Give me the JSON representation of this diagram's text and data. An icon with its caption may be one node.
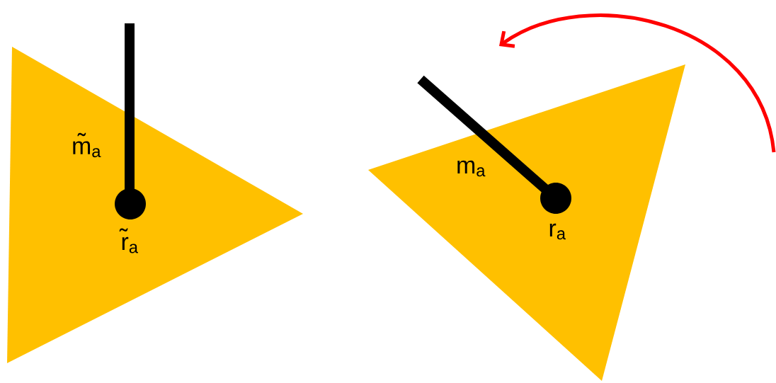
{
  "diagram": {
    "labels": [
      "m̃$_{a}$",
      "r̃$_{a}$",
      "m$_{a}$",
      "r$_{a}$"
    ]
  }
}
